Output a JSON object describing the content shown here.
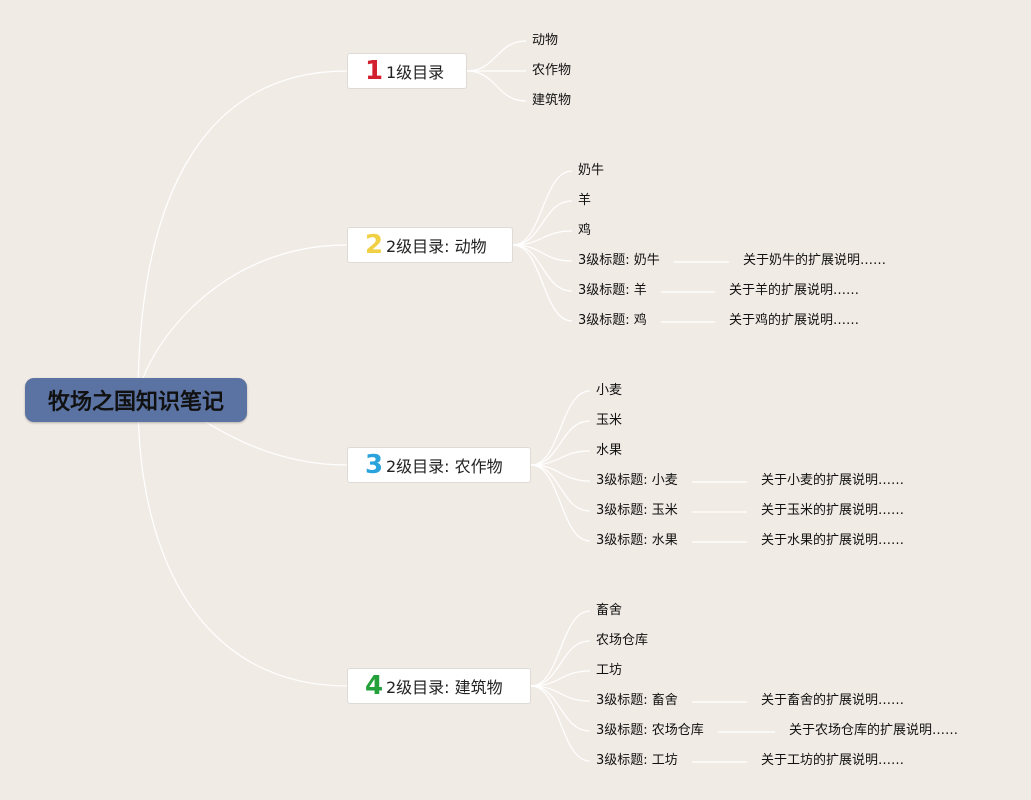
{
  "root": {
    "title": "牧场之国知识笔记",
    "fill_color": "#5b73a3"
  },
  "branches": [
    {
      "badge": "1",
      "badge_color": "#d2202f",
      "label": "1级目录",
      "children": [
        {
          "text": "动物"
        },
        {
          "text": "农作物"
        },
        {
          "text": "建筑物"
        }
      ]
    },
    {
      "badge": "2",
      "badge_color": "#f2d046",
      "label": "2级目录: 动物",
      "children": [
        {
          "text": "奶牛"
        },
        {
          "text": "羊"
        },
        {
          "text": "鸡"
        },
        {
          "text": "3级标题: 奶牛",
          "note": "关于奶牛的扩展说明……"
        },
        {
          "text": "3级标题: 羊",
          "note": "关于羊的扩展说明……"
        },
        {
          "text": "3级标题: 鸡",
          "note": "关于鸡的扩展说明……"
        }
      ]
    },
    {
      "badge": "3",
      "badge_color": "#2aa3dc",
      "label": "2级目录: 农作物",
      "children": [
        {
          "text": "小麦"
        },
        {
          "text": "玉米"
        },
        {
          "text": "水果"
        },
        {
          "text": "3级标题: 小麦",
          "note": "关于小麦的扩展说明……"
        },
        {
          "text": "3级标题: 玉米",
          "note": "关于玉米的扩展说明……"
        },
        {
          "text": "3级标题: 水果",
          "note": "关于水果的扩展说明……"
        }
      ]
    },
    {
      "badge": "4",
      "badge_color": "#23a03a",
      "label": "2级目录: 建筑物",
      "children": [
        {
          "text": "畜舍"
        },
        {
          "text": "农场仓库"
        },
        {
          "text": "工坊"
        },
        {
          "text": "3级标题: 畜舍",
          "note": "关于畜舍的扩展说明……"
        },
        {
          "text": "3级标题: 农场仓库",
          "note": "关于农场仓库的扩展说明……"
        },
        {
          "text": "3级标题: 工坊",
          "note": "关于工坊的扩展说明……"
        }
      ]
    }
  ]
}
